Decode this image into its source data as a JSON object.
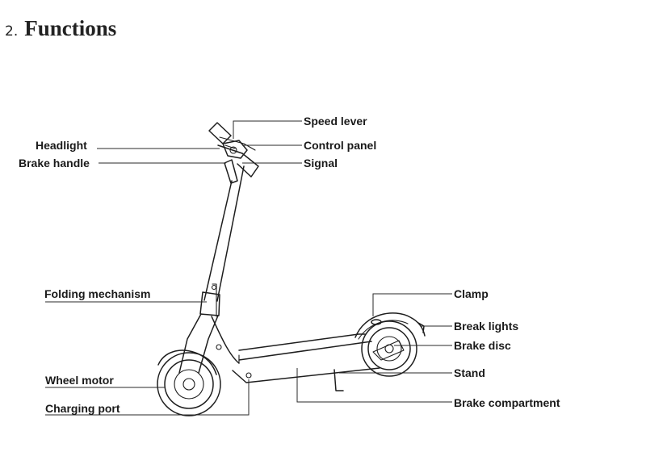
{
  "heading": {
    "number": "2.",
    "title": "Functions"
  },
  "labels": {
    "speed_lever": "Speed lever",
    "headlight": "Headlight",
    "control_panel": "Control panel",
    "brake_handle": "Brake handle",
    "signal": "Signal",
    "folding_mechanism": "Folding mechanism",
    "clamp": "Clamp",
    "break_lights": "Break lights",
    "brake_disc": "Brake disc",
    "stand": "Stand",
    "wheel_motor": "Wheel motor",
    "charging_port": "Charging port",
    "brake_compartment": "Brake compartment"
  }
}
